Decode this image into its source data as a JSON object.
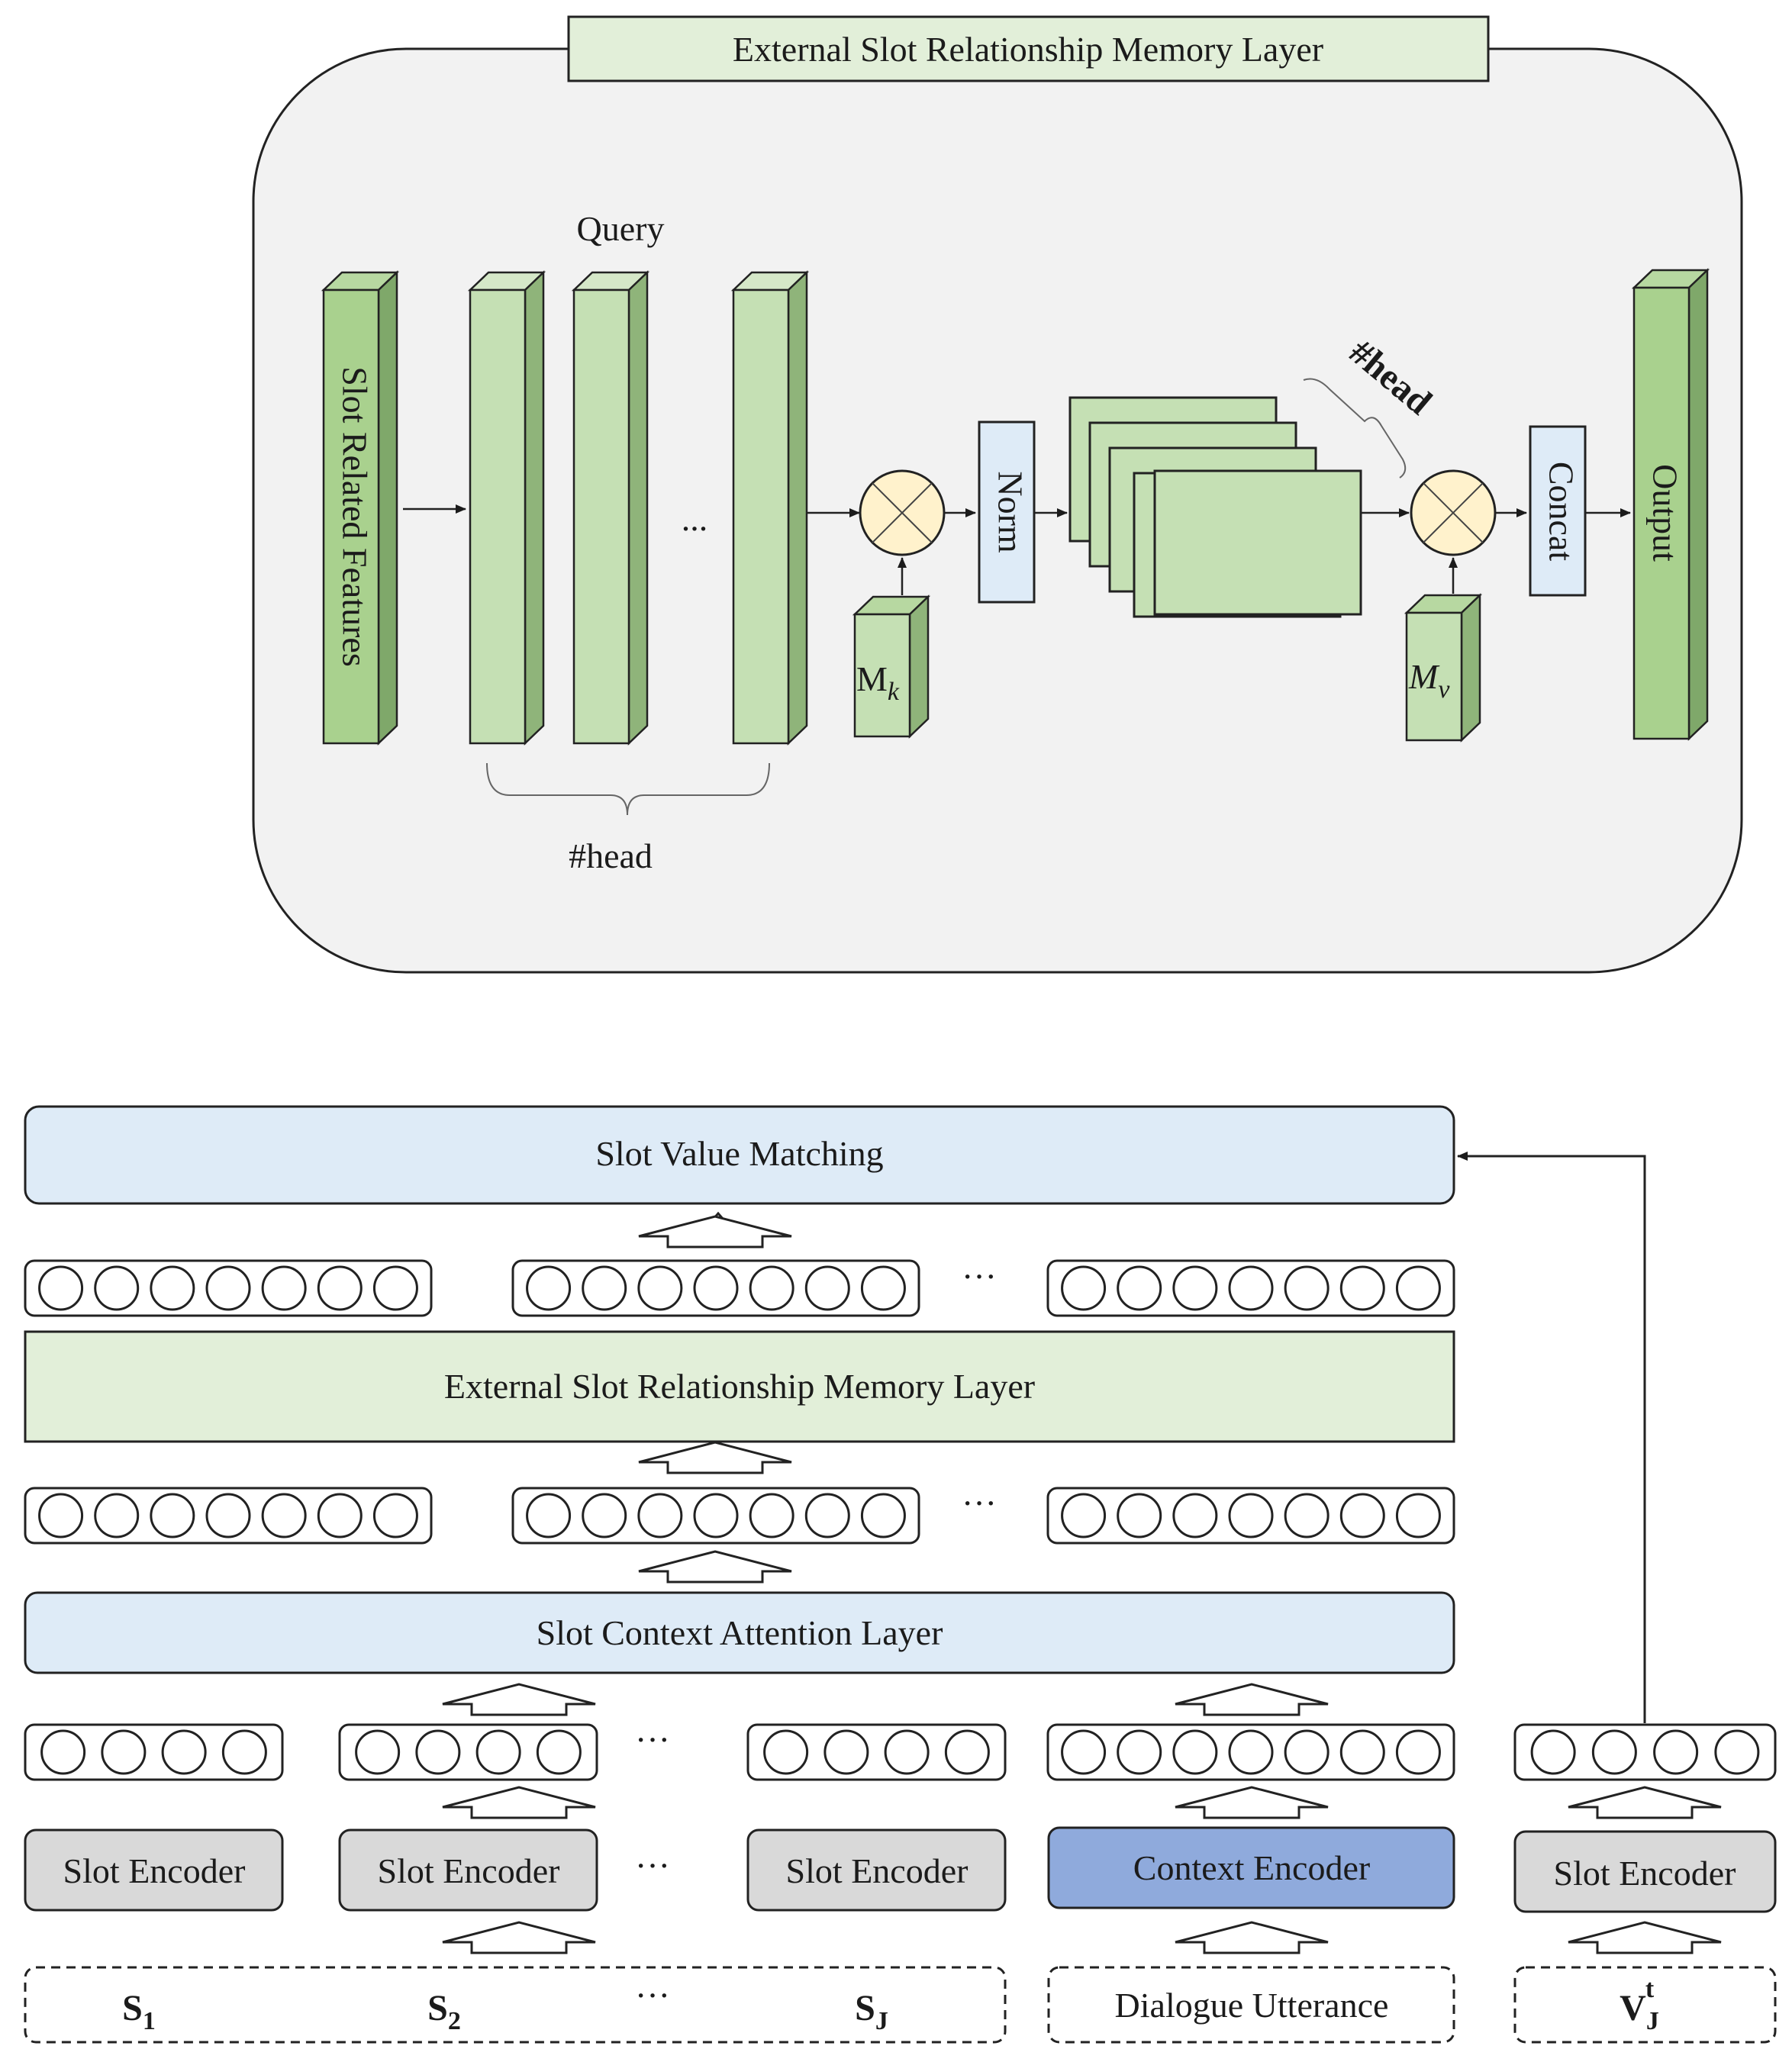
{
  "top": {
    "title": "External Slot Relationship Memory Layer",
    "query_label": "Query",
    "slot_related_features": "Slot Related Features",
    "ellipsis": "...",
    "head_label_bottom": "#head",
    "head_label_attention": "#head",
    "norm": "Norm",
    "concat": "Concat",
    "output": "Output",
    "mk": {
      "base": "M",
      "sub": "k"
    },
    "mv": {
      "base": "M",
      "sub": "v"
    }
  },
  "bottom": {
    "slot_value_matching": "Slot Value Matching",
    "external_layer": "External Slot Relationship Memory Layer",
    "slot_context_attention": "Slot Context Attention Layer",
    "ellipsis": "···",
    "encoders": {
      "slot_encoder_1": "Slot Encoder",
      "slot_encoder_2": "Slot Encoder",
      "slot_encoder_j": "Slot Encoder",
      "context_encoder": "Context Encoder",
      "slot_encoder_v": "Slot Encoder"
    },
    "inputs": {
      "s1": {
        "base": "S",
        "sub": "1"
      },
      "s2": {
        "base": "S",
        "sub": "2"
      },
      "sj": {
        "base": "S",
        "sub": "J"
      },
      "dialogue": "Dialogue Utterance",
      "vjt": {
        "base": "V",
        "sub": "J",
        "sup": "t"
      }
    }
  },
  "colors": {
    "green_bar": "#a9d18e",
    "green_light": "#c5e0b4",
    "green_side": "#8fb47a",
    "green_top": "#b7d8a1",
    "panel_bg": "#f2f2f2",
    "title_green": "#e2efd9",
    "blue_light": "#deebf7",
    "context_blue": "#8faadc",
    "encoder_gray": "#d9d9d9",
    "multiply_fill": "#fff2cc"
  }
}
